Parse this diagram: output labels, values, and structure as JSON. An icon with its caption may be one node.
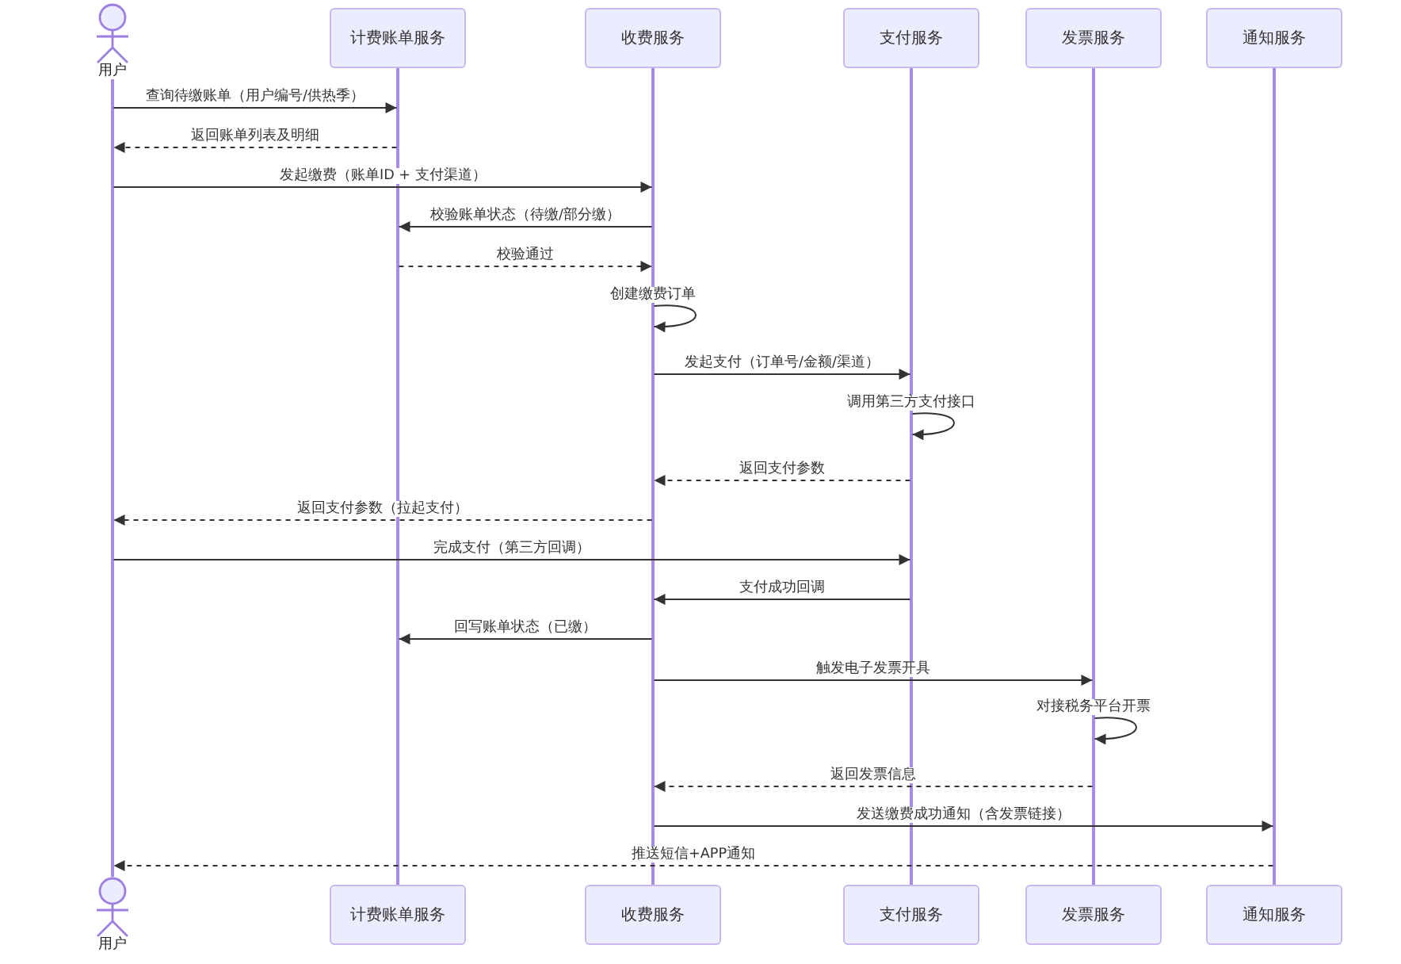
{
  "diagram": {
    "nodes": [
      {
        "text": [
          "用户"
        ]
      },
      {
        "text": [
          "计费账单服务"
        ]
      },
      {
        "text": [
          "收费服务"
        ]
      },
      {
        "text": [
          "支付服务"
        ]
      },
      {
        "text": [
          "发票服务"
        ]
      },
      {
        "text": [
          "通知服务"
        ]
      },
      {
        "text": [],
        "shape": "line"
      },
      {
        "text": [],
        "shape": "line"
      },
      {
        "text": [],
        "shape": "line"
      },
      {
        "text": [],
        "shape": "line"
      },
      {
        "text": [],
        "shape": "line"
      },
      {
        "text": [],
        "shape": "line"
      },
      {
        "text": [
          "用户"
        ]
      },
      {
        "text": [
          "计费账单服务"
        ]
      },
      {
        "text": [
          "收费服务"
        ]
      },
      {
        "text": [
          "支付服务"
        ]
      },
      {
        "text": [
          "发票服务"
        ]
      },
      {
        "text": [
          "通知服务"
        ]
      }
    ],
    "edges": [
      {
        "from": 6,
        "to": 7,
        "arrow": "to",
        "label": "查询待缴账单（用户编号/供热季）"
      },
      {
        "from": 7,
        "to": 6,
        "arrow": "to",
        "label": "返回账单列表及明细",
        "style": "dashed"
      },
      {
        "from": 6,
        "to": 8,
        "arrow": "to",
        "label": "发起缴费（账单ID + 支付渠道）"
      },
      {
        "from": 8,
        "to": 7,
        "arrow": "to",
        "label": "校验账单状态（待缴/部分缴）"
      },
      {
        "from": 7,
        "to": 8,
        "arrow": "to",
        "label": "校验通过",
        "style": "dashed"
      },
      {
        "from": 8,
        "to": 8,
        "arrow": "to",
        "label": "创建缴费订单"
      },
      {
        "from": 8,
        "to": 9,
        "arrow": "to",
        "label": "发起支付（订单号/金额/渠道）"
      },
      {
        "from": 9,
        "to": 9,
        "arrow": "to",
        "label": "调用第三方支付接口"
      },
      {
        "from": 9,
        "to": 8,
        "arrow": "to",
        "label": "返回支付参数",
        "style": "dashed"
      },
      {
        "from": 8,
        "to": 6,
        "arrow": "to",
        "label": "返回支付参数（拉起支付）",
        "style": "dashed"
      },
      {
        "from": 6,
        "to": 9,
        "arrow": "to",
        "label": "完成支付（第三方回调）"
      },
      {
        "from": 9,
        "to": 8,
        "arrow": "to",
        "label": "支付成功回调"
      },
      {
        "from": 8,
        "to": 7,
        "arrow": "to",
        "label": "回写账单状态（已缴）"
      },
      {
        "from": 8,
        "to": 10,
        "arrow": "to",
        "label": "触发电子发票开具"
      },
      {
        "from": 10,
        "to": 10,
        "arrow": "to",
        "label": "对接税务平台开票"
      },
      {
        "from": 10,
        "to": 8,
        "arrow": "to",
        "label": "返回发票信息",
        "style": "dashed"
      },
      {
        "from": 8,
        "to": 11,
        "arrow": "to",
        "label": "发送缴费成功通知（含发票链接）"
      },
      {
        "from": 11,
        "to": 6,
        "arrow": "to",
        "label": "推送短信+APP通知",
        "style": "dashed"
      }
    ]
  }
}
